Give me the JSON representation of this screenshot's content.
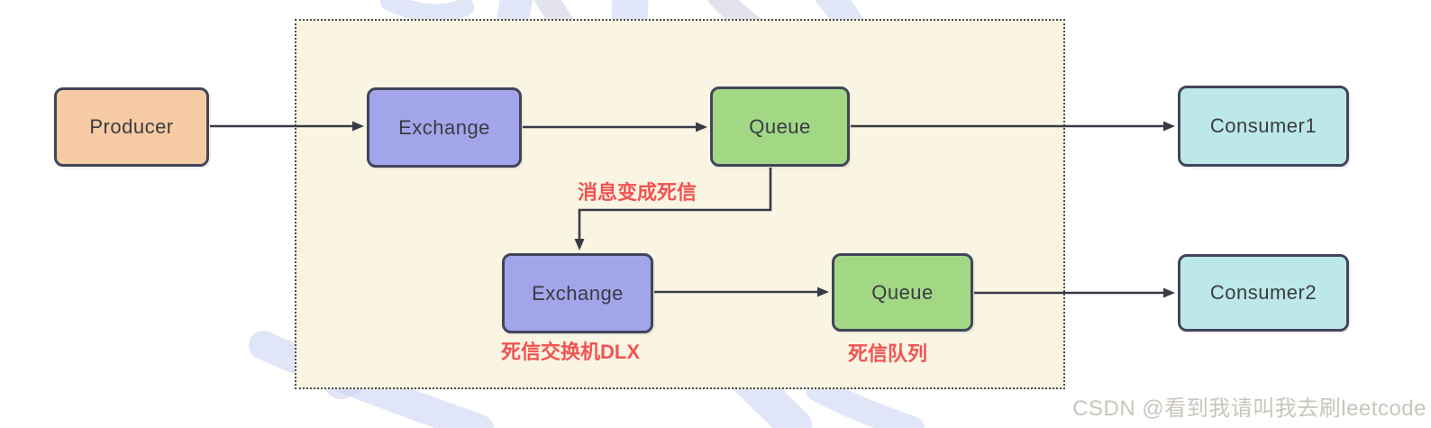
{
  "nodes": {
    "producer": {
      "label": "Producer"
    },
    "exchange_main": {
      "label": "Exchange"
    },
    "queue_main": {
      "label": "Queue"
    },
    "consumer1": {
      "label": "Consumer1"
    },
    "exchange_dlx": {
      "label": "Exchange"
    },
    "queue_dlx": {
      "label": "Queue"
    },
    "consumer2": {
      "label": "Consumer2"
    }
  },
  "annotations": {
    "dead_letter_transition": "消息变成死信",
    "dlx_exchange_caption": "死信交换机DLX",
    "dlx_queue_caption": "死信队列"
  },
  "watermark_text": "CSDN @看到我请叫我去刷leetcode",
  "colors": {
    "canvas-bg": "#ffffff",
    "container-fill": "#faf5e2",
    "container-border": "#4a4a4a",
    "node-border": "#41455a",
    "node-text": "#3a3b44",
    "producer-fill": "#f6cba3",
    "exchange-fill": "#a3a5ea",
    "queue-fill": "#a2d884",
    "consumer-fill": "#bce8e8",
    "arrow-color": "#383b45",
    "annotation-red": "#f25353",
    "watermark-gray": "#c9c5bd",
    "watermark-blue": "#cbd4f4",
    "watermark-lavender": "#d9d9ea"
  }
}
